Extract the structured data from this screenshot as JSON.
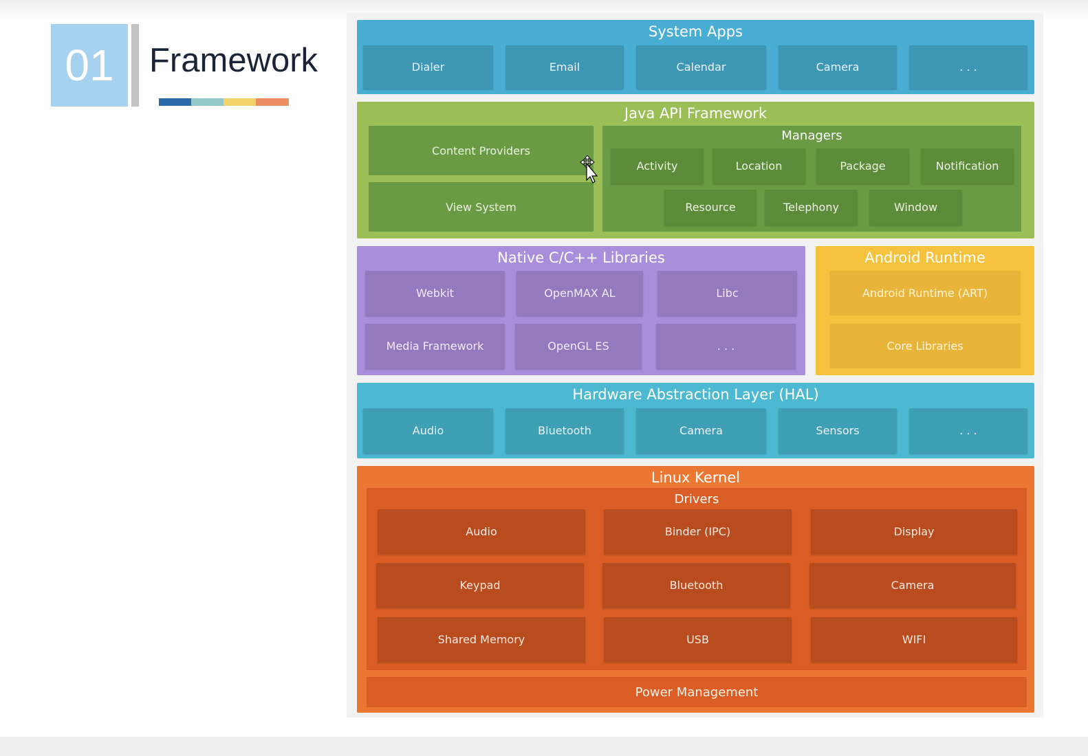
{
  "slide": {
    "number": "01",
    "title": "Framework",
    "stripe_colors": [
      "#2b6aa8",
      "#93c9c9",
      "#f2d26a",
      "#ee8e65"
    ]
  },
  "diagram": {
    "system_apps": {
      "title": "System Apps",
      "color": "#4aaed4",
      "items": [
        "Dialer",
        "Email",
        "Calendar",
        "Camera",
        ". . ."
      ]
    },
    "java_api": {
      "title": "Java API Framework",
      "color": "#9bbe57",
      "left_items": [
        "Content Providers",
        "View System"
      ],
      "managers": {
        "title": "Managers",
        "items": [
          "Activity",
          "Location",
          "Package",
          "Notification",
          "Resource",
          "Telephony",
          "Window"
        ]
      }
    },
    "native_libs": {
      "title": "Native C/C++ Libraries",
      "color": "#a98edb",
      "items": [
        "Webkit",
        "OpenMAX AL",
        "Libc",
        "Media Framework",
        "OpenGL ES",
        ". . ."
      ]
    },
    "android_runtime": {
      "title": "Android Runtime",
      "color": "#f4c23c",
      "items": [
        "Android Runtime (ART)",
        "Core Libraries"
      ]
    },
    "hal": {
      "title": "Hardware Abstraction Layer (HAL)",
      "color": "#4db8d1",
      "items": [
        "Audio",
        "Bluetooth",
        "Camera",
        "Sensors",
        ". . ."
      ]
    },
    "linux_kernel": {
      "title": "Linux Kernel",
      "color": "#ec7733",
      "drivers": {
        "title": "Drivers",
        "items": [
          "Audio",
          "Binder (IPC)",
          "Display",
          "Keypad",
          "Bluetooth",
          "Camera",
          "Shared Memory",
          "USB",
          "WIFI"
        ]
      },
      "power_management": "Power Management"
    }
  }
}
